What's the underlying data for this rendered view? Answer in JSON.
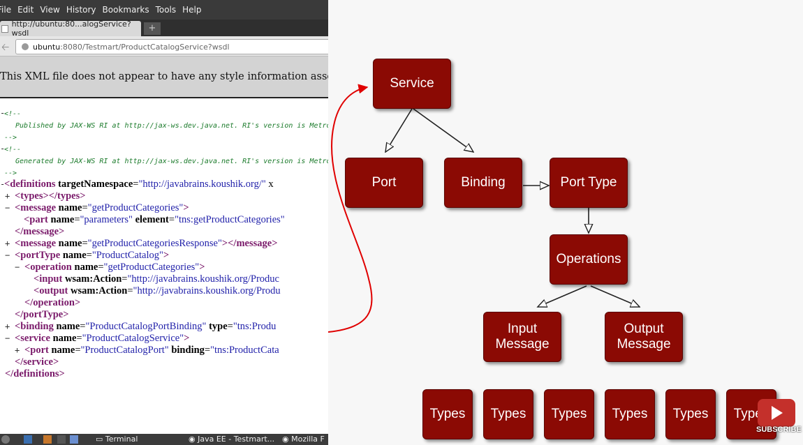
{
  "browser": {
    "menu": [
      "File",
      "Edit",
      "View",
      "History",
      "Bookmarks",
      "Tools",
      "Help"
    ],
    "tab_title": "http://ubuntu:80...alogService?wsdl",
    "new_tab": "+",
    "url_host": "ubuntu",
    "url_rest": ":8080/Testmart/ProductCatalogService?wsdl",
    "info": "This XML file does not appear to have any style information associat"
  },
  "xml": {
    "c1_open": "<!--",
    "c1_text": "Published by JAX-WS RI at http://jax-ws.dev.java.net. RI's version is Metro",
    "c1_close": "-->",
    "c2_open": "<!--",
    "c2_text": "Generated by JAX-WS RI at http://jax-ws.dev.java.net. RI's version is Metro",
    "c2_close": "-->",
    "definitions_tag": "<definitions",
    "definitions_attr": "targetNamespace",
    "definitions_val": "\"http://javabrains.koushik.org/\"",
    "definitions_more": "x",
    "types_line": "<types></types>",
    "msg1_tag": "<message",
    "msg1_attr": "name",
    "msg1_val": "\"getProductCategories\"",
    "part_tag": "<part",
    "part_attr1": "name",
    "part_val1": "\"parameters\"",
    "part_attr2": "element",
    "part_val2": "\"tns:getProductCategories\"",
    "msg1_close": "</message>",
    "msg2_tag": "<message",
    "msg2_attr": "name",
    "msg2_val": "\"getProductCategoriesResponse\"",
    "msg2_close": "></message>",
    "pt_tag": "<portType",
    "pt_attr": "name",
    "pt_val": "\"ProductCatalog\"",
    "op_tag": "<operation",
    "op_attr": "name",
    "op_val": "\"getProductCategories\"",
    "in_tag": "<input",
    "in_attr": "wsam:Action",
    "in_val": "\"http://javabrains.koushik.org/Produc",
    "out_tag": "<output",
    "out_attr": "wsam:Action",
    "out_val": "\"http://javabrains.koushik.org/Produ",
    "op_close": "</operation>",
    "pt_close": "</portType>",
    "bind_tag": "<binding",
    "bind_attr1": "name",
    "bind_val1": "\"ProductCatalogPortBinding\"",
    "bind_attr2": "type",
    "bind_val2": "\"tns:Produ",
    "svc_tag": "<service",
    "svc_attr": "name",
    "svc_val": "\"ProductCatalogService\"",
    "port_tag": "<port",
    "port_attr1": "name",
    "port_val1": "\"ProductCatalogPort\"",
    "port_attr2": "binding",
    "port_val2": "\"tns:ProductCata",
    "svc_close": "</service>",
    "def_close": "</definitions>"
  },
  "taskbar": {
    "terminal": "Terminal",
    "eclipse": "Java EE - Testmart...",
    "mozilla": "Mozilla F"
  },
  "diagram": {
    "service": "Service",
    "port": "Port",
    "binding": "Binding",
    "port_type": "Port Type",
    "operations": "Operations",
    "input_message_1": "Input",
    "input_message_2": "Message",
    "output_message_1": "Output",
    "output_message_2": "Message",
    "types": [
      "Types",
      "Types",
      "Types",
      "Types",
      "Types",
      "Types"
    ]
  },
  "youtube": {
    "subscribe": "SUBSCRIBE"
  },
  "colors": {
    "node_fill": "#8b0a04",
    "red_arrow": "#e00000"
  }
}
